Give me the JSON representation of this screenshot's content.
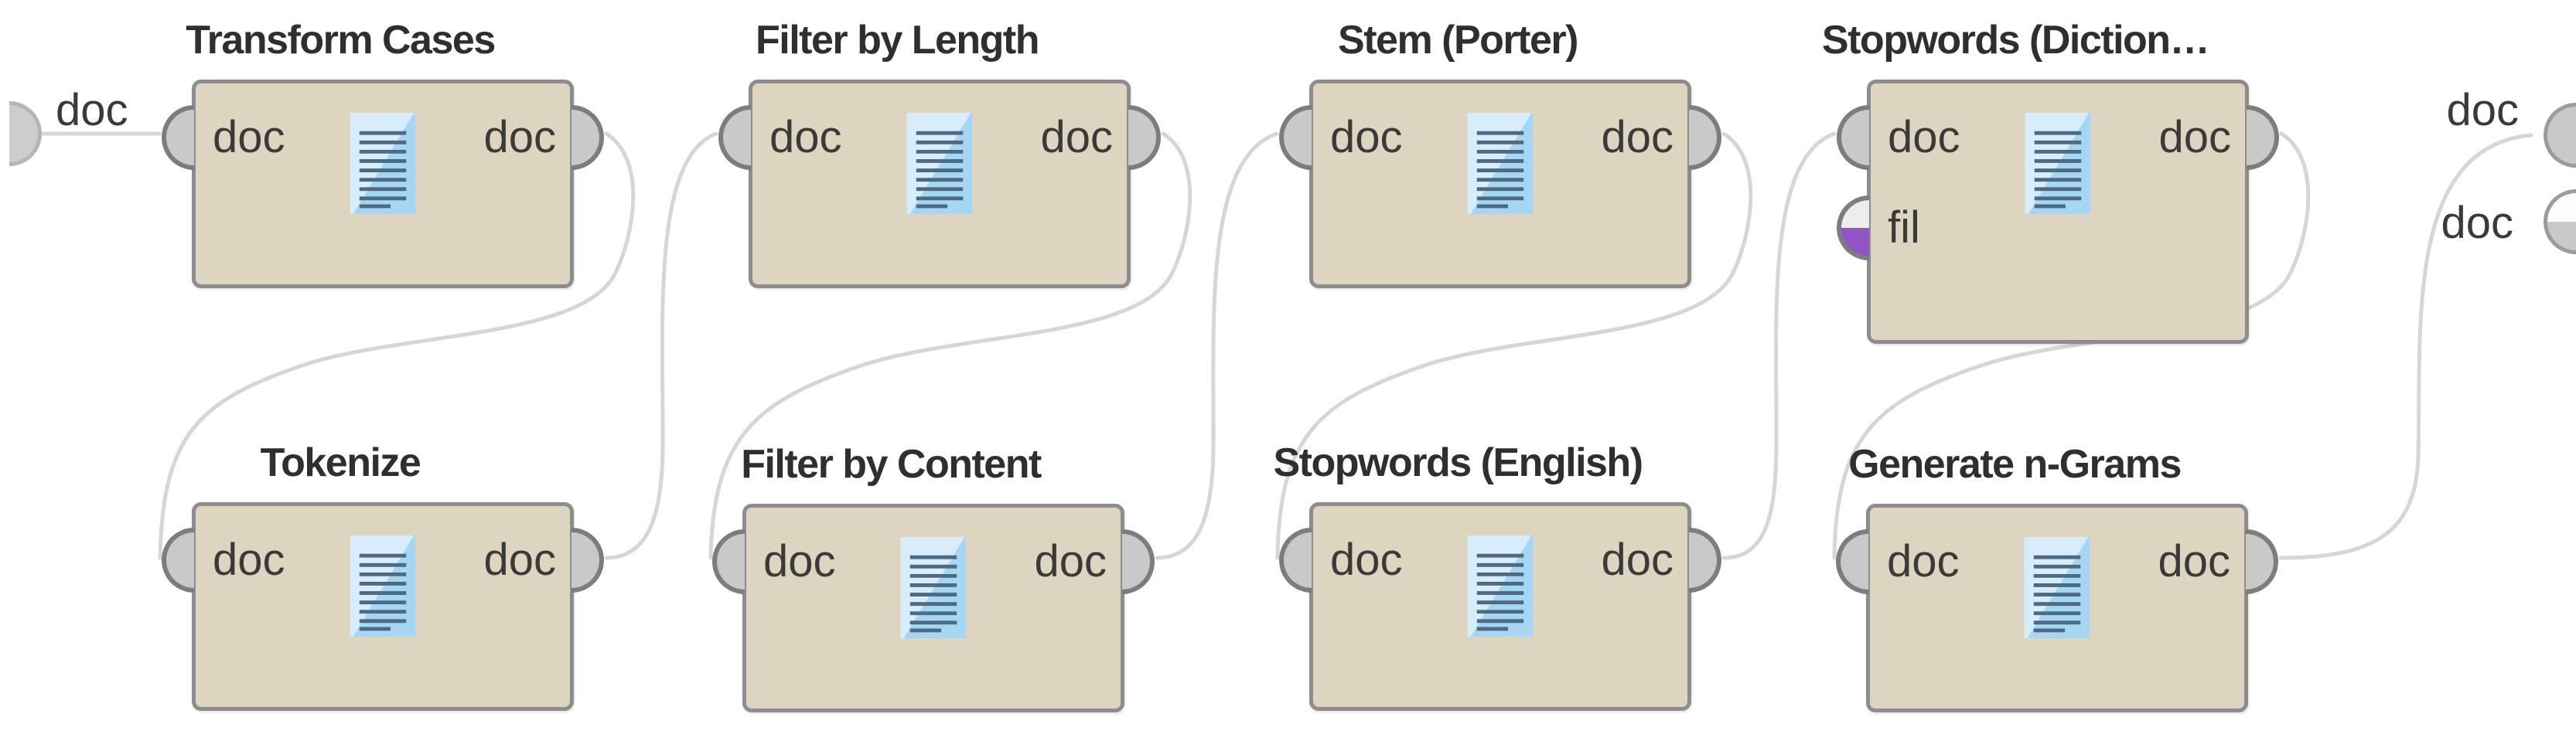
{
  "canvas": {
    "type": "process-workflow-canvas",
    "edge_ports": {
      "source_label": "doc",
      "result_labels": [
        "doc",
        "doc"
      ]
    },
    "operators": [
      {
        "title": "Transform Cases",
        "inputs": [
          "doc"
        ],
        "outputs": [
          "doc"
        ]
      },
      {
        "title": "Filter by Length",
        "inputs": [
          "doc"
        ],
        "outputs": [
          "doc"
        ]
      },
      {
        "title": "Stem (Porter)",
        "inputs": [
          "doc"
        ],
        "outputs": [
          "doc"
        ]
      },
      {
        "title": "Stopwords (Diction…",
        "inputs": [
          "doc",
          "fil"
        ],
        "outputs": [
          "doc"
        ]
      },
      {
        "title": "Tokenize",
        "inputs": [
          "doc"
        ],
        "outputs": [
          "doc"
        ]
      },
      {
        "title": "Filter by Content",
        "inputs": [
          "doc"
        ],
        "outputs": [
          "doc"
        ]
      },
      {
        "title": "Stopwords (English)",
        "inputs": [
          "doc"
        ],
        "outputs": [
          "doc"
        ]
      },
      {
        "title": "Generate n-Grams",
        "inputs": [
          "doc"
        ],
        "outputs": [
          "doc"
        ]
      }
    ],
    "connections": [
      {
        "from": "canvas-input.doc",
        "to": "Transform Cases.doc"
      },
      {
        "from": "Transform Cases.doc",
        "to": "Tokenize.doc"
      },
      {
        "from": "Tokenize.doc",
        "to": "Filter by Length.doc"
      },
      {
        "from": "Filter by Length.doc",
        "to": "Filter by Content.doc"
      },
      {
        "from": "Filter by Content.doc",
        "to": "Stem (Porter).doc"
      },
      {
        "from": "Stem (Porter).doc",
        "to": "Stopwords (English).doc"
      },
      {
        "from": "Stopwords (English).doc",
        "to": "Stopwords (Diction….doc"
      },
      {
        "from": "Stopwords (Diction….doc",
        "to": "Generate n-Grams.doc"
      },
      {
        "from": "Generate n-Grams.doc",
        "to": "canvas-output.doc"
      }
    ],
    "colors": {
      "operator_fill": "#ded5c1",
      "operator_border": "#8d8d8d",
      "port_fill": "#c9c9c9",
      "port_border": "#7d7d7d",
      "fil_port_purple": "#9153c6",
      "wire": "#d6d6d6",
      "icon_blue_light": "#d8ecfb",
      "icon_blue": "#a5d7f5",
      "icon_line": "#4d6a80",
      "title_text": "#2f2f2f",
      "label_text": "#3a3a3a"
    }
  }
}
